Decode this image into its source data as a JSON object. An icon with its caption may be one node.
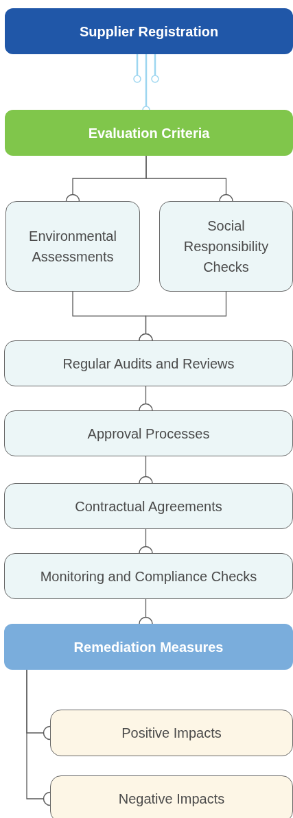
{
  "diagram": {
    "nodes": [
      {
        "text": [
          "Supplier Registration"
        ]
      },
      {
        "text": [
          "Evaluation Criteria"
        ]
      },
      {
        "text": [
          "Environmental Assessments"
        ]
      },
      {
        "text": [
          "Social Responsibility Checks"
        ]
      },
      {
        "text": [
          "Regular Audits and Reviews"
        ]
      },
      {
        "text": [
          "Approval Processes"
        ]
      },
      {
        "text": [
          "Contractual Agreements"
        ]
      },
      {
        "text": [
          "Monitoring and Compliance Checks"
        ]
      },
      {
        "text": [
          "Remediation Measures"
        ]
      },
      {
        "text": [
          "Positive Impacts"
        ]
      },
      {
        "text": [
          "Negative Impacts"
        ]
      }
    ],
    "edges": [
      {
        "from": 0,
        "to": null,
        "arrow": "other",
        "color": "#9dd6f0"
      },
      {
        "from": 0,
        "to": 1,
        "arrow": "other",
        "color": "#9dd6f0"
      },
      {
        "from": 0,
        "to": null,
        "arrow": "other",
        "color": "#9dd6f0"
      },
      {
        "from": 1,
        "to": 2,
        "arrow": "other"
      },
      {
        "from": 1,
        "to": 3,
        "arrow": "other"
      },
      {
        "from": 2,
        "to": 4,
        "arrow": "other"
      },
      {
        "from": 3,
        "to": 4,
        "arrow": "other"
      },
      {
        "from": 4,
        "to": 5,
        "arrow": "other"
      },
      {
        "from": 5,
        "to": 6,
        "arrow": "other"
      },
      {
        "from": 6,
        "to": 7,
        "arrow": "other"
      },
      {
        "from": 7,
        "to": 8,
        "arrow": "other"
      },
      {
        "from": 8,
        "to": 9,
        "arrow": "other"
      },
      {
        "from": 8,
        "to": 10,
        "arrow": "other"
      }
    ]
  }
}
